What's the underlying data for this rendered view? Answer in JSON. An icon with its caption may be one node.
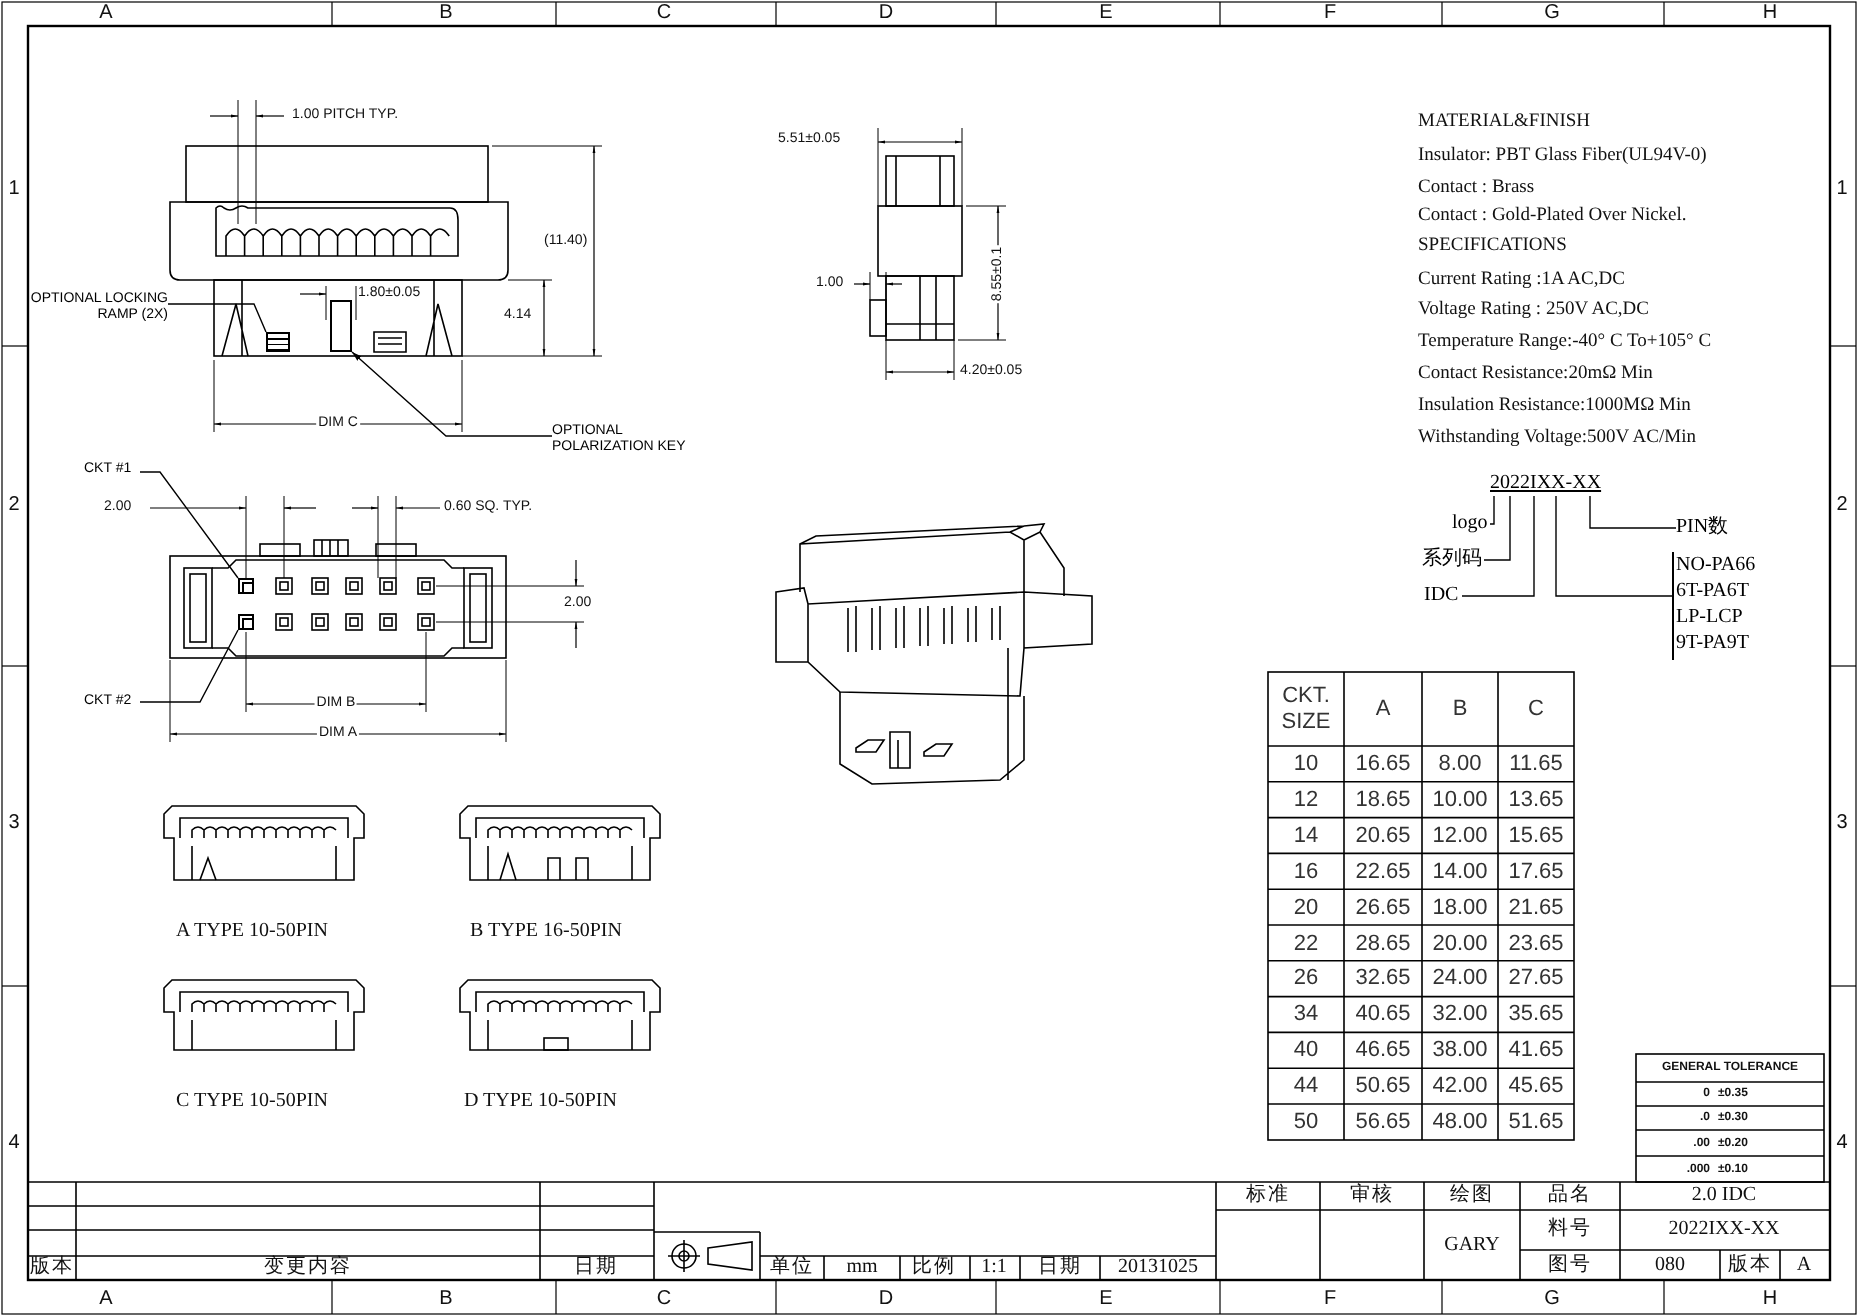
{
  "diagram": {
    "nodes": [
      {
        "text": [
          "OPTIONAL LOCKING RAMP (2X)"
        ]
      },
      {
        "text": [],
        "shape": "box"
      },
      {
        "text": [
          "OPTIONAL POLARIZATION KEY"
        ]
      },
      {
        "text": [],
        "shape": "box"
      },
      {
        "text": [
          "CKT #1"
        ]
      },
      {
        "text": [],
        "shape": "box"
      },
      {
        "text": [
          "CKT #2"
        ]
      },
      {
        "text": [],
        "shape": "box"
      },
      {
        "text": [
          "2022IXX-XX"
        ]
      },
      {
        "text": [
          "logo"
        ]
      },
      {
        "text": [
          "系列码"
        ]
      },
      {
        "text": [
          "IDC"
        ]
      },
      {
        "text": [
          "PIN数"
        ]
      },
      {
        "text": [
          "NO-PA66",
          "6T-PA6T",
          "LP-LCP",
          "9T-PA9T"
        ]
      }
    ],
    "edges": [
      {
        "from": 0,
        "to": 1,
        "arrow": "none"
      },
      {
        "from": 2,
        "to": 3,
        "arrow": "to"
      },
      {
        "from": 4,
        "to": 5,
        "arrow": "none"
      },
      {
        "from": 6,
        "to": 7,
        "arrow": "none"
      },
      {
        "from": 9,
        "to": 8,
        "arrow": "none"
      },
      {
        "from": 10,
        "to": 8,
        "arrow": "none"
      },
      {
        "from": 11,
        "to": 8,
        "arrow": "none"
      },
      {
        "from": 12,
        "to": 8,
        "arrow": "none"
      },
      {
        "from": 13,
        "to": 8,
        "arrow": "none"
      }
    ],
    "labels": [
      "A",
      "B",
      "C",
      "D",
      "E",
      "F",
      "G",
      "H",
      "1",
      "1",
      "2",
      "2",
      "3",
      "3",
      "4",
      "4",
      "1.00 PITCH TYP.",
      "5.51±0.05",
      "MATERIAL&FINISH",
      "Insulator: PBT Glass Fiber(UL94V-0)",
      "Contact : Brass",
      "Contact : Gold-Plated Over Nickel.",
      "SPECIFICATIONS",
      "Current Rating :1A AC,DC",
      "Voltage Rating : 250V AC,DC",
      "Temperature Range:-40° C To+105° C",
      "Contact Resistance:20mΩ Min",
      "Insulation Resistance:1000MΩ Min",
      "Withstanding Voltage:500V AC/Min",
      "(11.40)",
      "8.55±0.1",
      "1.80±0.05",
      "1.00",
      "4.14",
      "4.20±0.05",
      "DIM C",
      "2.00",
      "0.60 SQ. TYP.",
      "2.00",
      "DIM B",
      "DIM A",
      "CKT. SIZE",
      "A",
      "B",
      "C",
      "10",
      "16.65",
      "8.00",
      "11.65",
      "12",
      "18.65",
      "10.00",
      "13.65",
      "14",
      "20.65",
      "12.00",
      "15.65",
      "16",
      "22.65",
      "14.00",
      "17.65",
      "20",
      "26.65",
      "18.00",
      "21.65",
      "22",
      "28.65",
      "20.00",
      "23.65",
      "26",
      "32.65",
      "24.00",
      "27.65",
      "34",
      "40.65",
      "32.00",
      "35.65",
      "40",
      "46.65",
      "38.00",
      "41.65",
      "44",
      "50.65",
      "42.00",
      "45.65",
      "50",
      "56.65",
      "48.00",
      "51.65",
      "A TYPE 10-50PIN",
      "B TYPE 16-50PIN",
      "C TYPE 10-50PIN",
      "D TYPE 10-50PIN",
      "GENERAL TOLERANCE",
      "0",
      "±0.35",
      ".0",
      "±0.30",
      ".00",
      "±0.20",
      ".000",
      "±0.10",
      "标准",
      "审核",
      "绘图",
      "品名",
      "2.0 IDC",
      "料号",
      "2022IXX-XX",
      "GARY",
      "图号",
      "080",
      "版本",
      "A",
      "版本",
      "变更内容",
      "日期",
      "单位",
      "mm",
      "比例",
      "1:1",
      "日期",
      "20131025",
      "A",
      "B",
      "C",
      "D",
      "E",
      "F",
      "G",
      "H"
    ]
  }
}
